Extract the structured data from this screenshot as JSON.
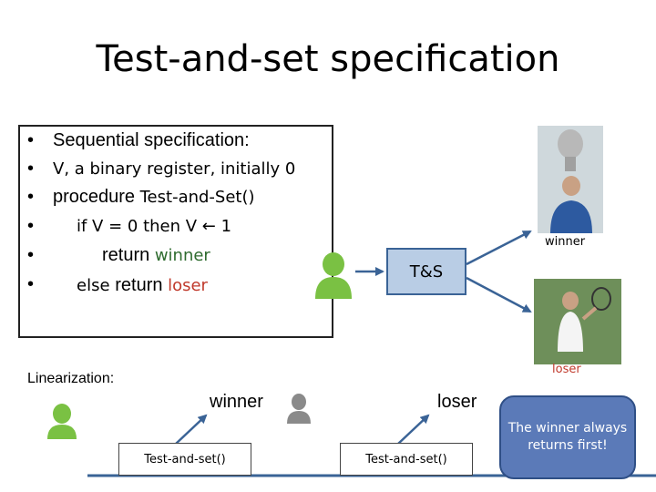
{
  "title": "Test-and-set specification",
  "spec": {
    "bullet": "•",
    "line1": "Sequential specification:",
    "line2": "V, a binary register, initially 0",
    "line3a": "procedure ",
    "line3b": "Test-and-Set()",
    "line4": "if V = 0 then V ← 1",
    "line5a": "return ",
    "line5b": "winner",
    "line6a": "else ",
    "line6b": "return ",
    "line6c": "loser"
  },
  "ts_label": "T&S",
  "winner_label": "winner",
  "loser_label": "loser",
  "linearization_label": "Linearization:",
  "timeline": {
    "winner_label": "winner",
    "loser_label": "loser",
    "call1": "Test-and-set()",
    "call2": "Test-and-set()"
  },
  "callout": "The winner always returns first!",
  "colors": {
    "green": "#2e6b2e",
    "red": "#c0392b",
    "box_fill": "#b9cde5",
    "callout_fill": "#5b7ab8",
    "arrow": "#3a6396",
    "user_green": "#7ac143"
  },
  "icons": [
    "user-green-icon",
    "user-grey-icon",
    "trophy-player-photo",
    "tennis-player-photo"
  ]
}
